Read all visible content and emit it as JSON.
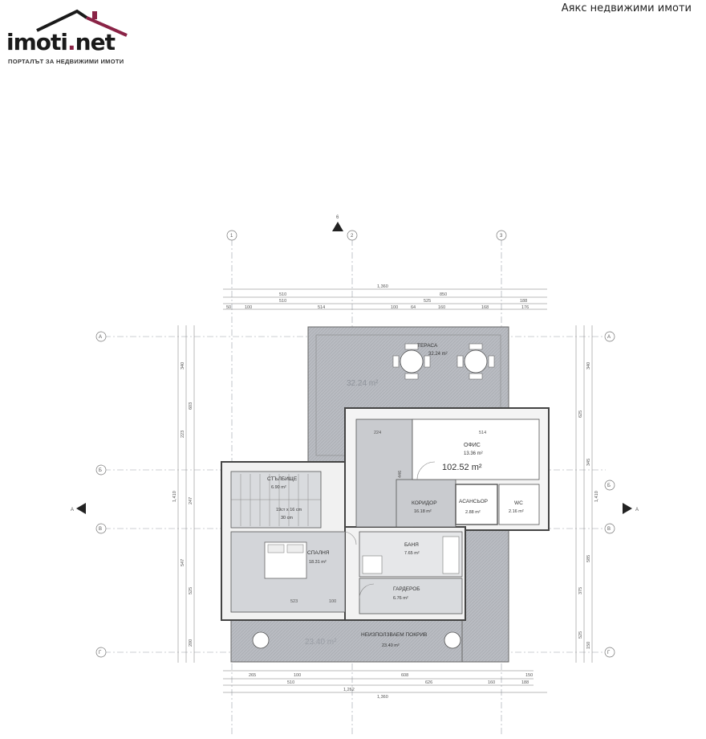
{
  "brand": {
    "name_main": "imoti",
    "name_dot": ".",
    "name_tld": "net",
    "tagline": "ПОРТАЛЪТ ЗА НЕДВИЖИМИ ИМОТИ",
    "colors": {
      "dark": "#1a1a1a",
      "accent": "#8a2346"
    }
  },
  "agency": "Аякс недвижими имоти",
  "plan": {
    "total_area": "102.52 m²",
    "north_marker": "6",
    "section_marker": "А",
    "axes_top": [
      "1",
      "2",
      "3"
    ],
    "axes_side": [
      "А",
      "Б",
      "В",
      "Г"
    ],
    "rooms": [
      {
        "name": "ТЕРАСА",
        "area": "32.24 m²"
      },
      {
        "name": "ОФИС",
        "area": "13.36 m²"
      },
      {
        "name": "СТЪЛБИЩЕ",
        "area": "6.90 m²"
      },
      {
        "name": "КОРИДОР",
        "area": "16.18 m²"
      },
      {
        "name": "АСАНСЬОР",
        "area": "2.88 m²"
      },
      {
        "name": "WC",
        "area": "2.16 m²"
      },
      {
        "name": "СПАЛНЯ",
        "area": "18.31 m²"
      },
      {
        "name": "БАНЯ",
        "area": "7.65 m²"
      },
      {
        "name": "ГАРДЕРОБ",
        "area": "6.76 m²"
      },
      {
        "name": "НЕИЗПОЛЗВАЕМ ПОКРИВ",
        "area": "23.40 m²"
      }
    ],
    "terrace_big_area": "32.24 m²",
    "roof_big_area": "23.40 m²",
    "stair_note": "19ст х 16 cm",
    "stair_note2": "30 cm",
    "dims": {
      "top_total": "1,360",
      "top_row1": [
        "510",
        "850"
      ],
      "top_row2": [
        "510",
        "525",
        "188"
      ],
      "top_row3": [
        "50",
        "100",
        "514",
        "100",
        "64",
        "160",
        "168",
        "176"
      ],
      "bottom_row1": [
        "265",
        "100",
        "608",
        "150"
      ],
      "bottom_row2": [
        "510",
        "626",
        "160",
        "188"
      ],
      "bottom_total1": "1,262",
      "bottom_total2": "1,360",
      "left_total": "1,410",
      "left": [
        "340",
        "603",
        "223",
        "247",
        "547",
        "525",
        "200"
      ],
      "right_total": "1,410",
      "right": [
        "340",
        "625",
        "345",
        "585",
        "375",
        "525",
        "150"
      ],
      "inner": [
        "224",
        "514",
        "446",
        "523",
        "100"
      ]
    }
  }
}
